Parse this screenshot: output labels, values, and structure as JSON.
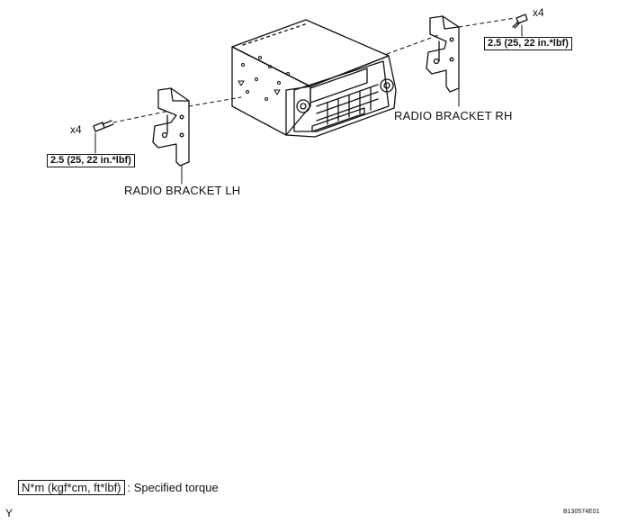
{
  "labels": {
    "radio_bracket_lh": "RADIO BRACKET LH",
    "radio_bracket_rh": "RADIO BRACKET RH",
    "qty_left": "x4",
    "qty_right": "x4",
    "torque_left": "2.5 (25, 22 in.*lbf)",
    "torque_right": "2.5 (25, 22 in.*lbf)"
  },
  "legend": {
    "unit_box": "N*m (kgf*cm, ft*lbf)",
    "description": ": Specified torque"
  },
  "footer": {
    "left_mark": "Y",
    "figure_code": "B130574E01"
  }
}
